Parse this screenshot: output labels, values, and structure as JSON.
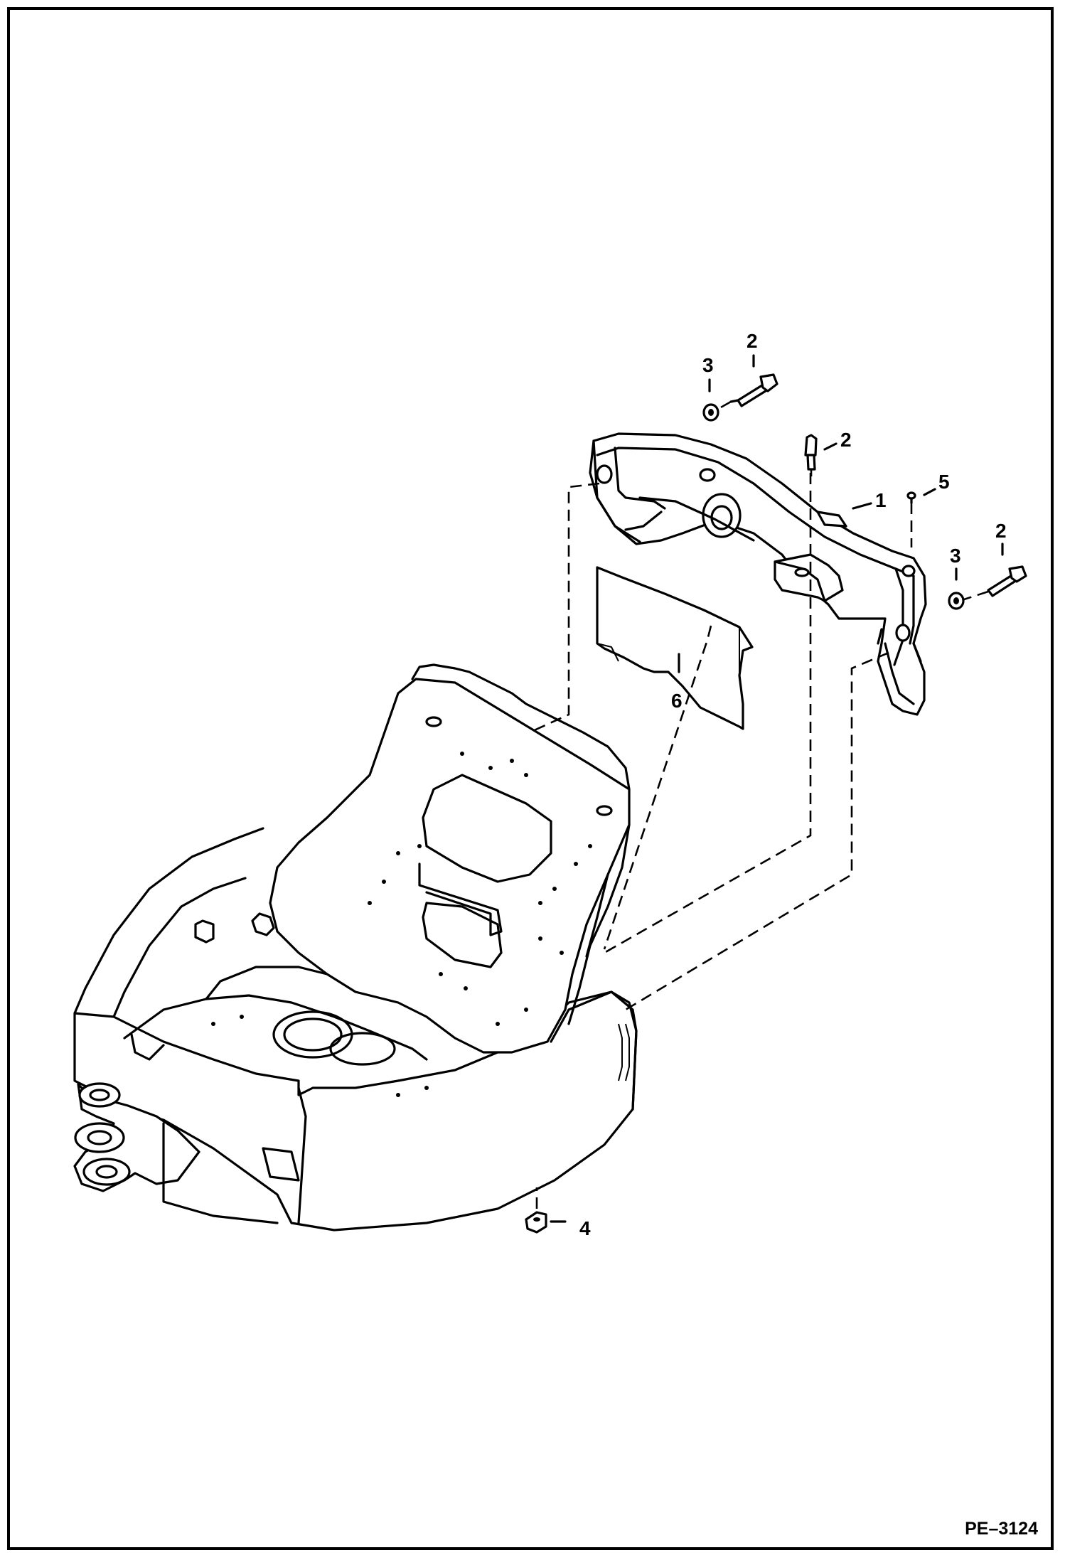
{
  "callouts": {
    "c1": "1",
    "c2a": "2",
    "c2b": "2",
    "c2c": "2",
    "c3a": "3",
    "c3b": "3",
    "c4": "4",
    "c5": "5",
    "c6": "6"
  },
  "figure_id": "PE–3124"
}
